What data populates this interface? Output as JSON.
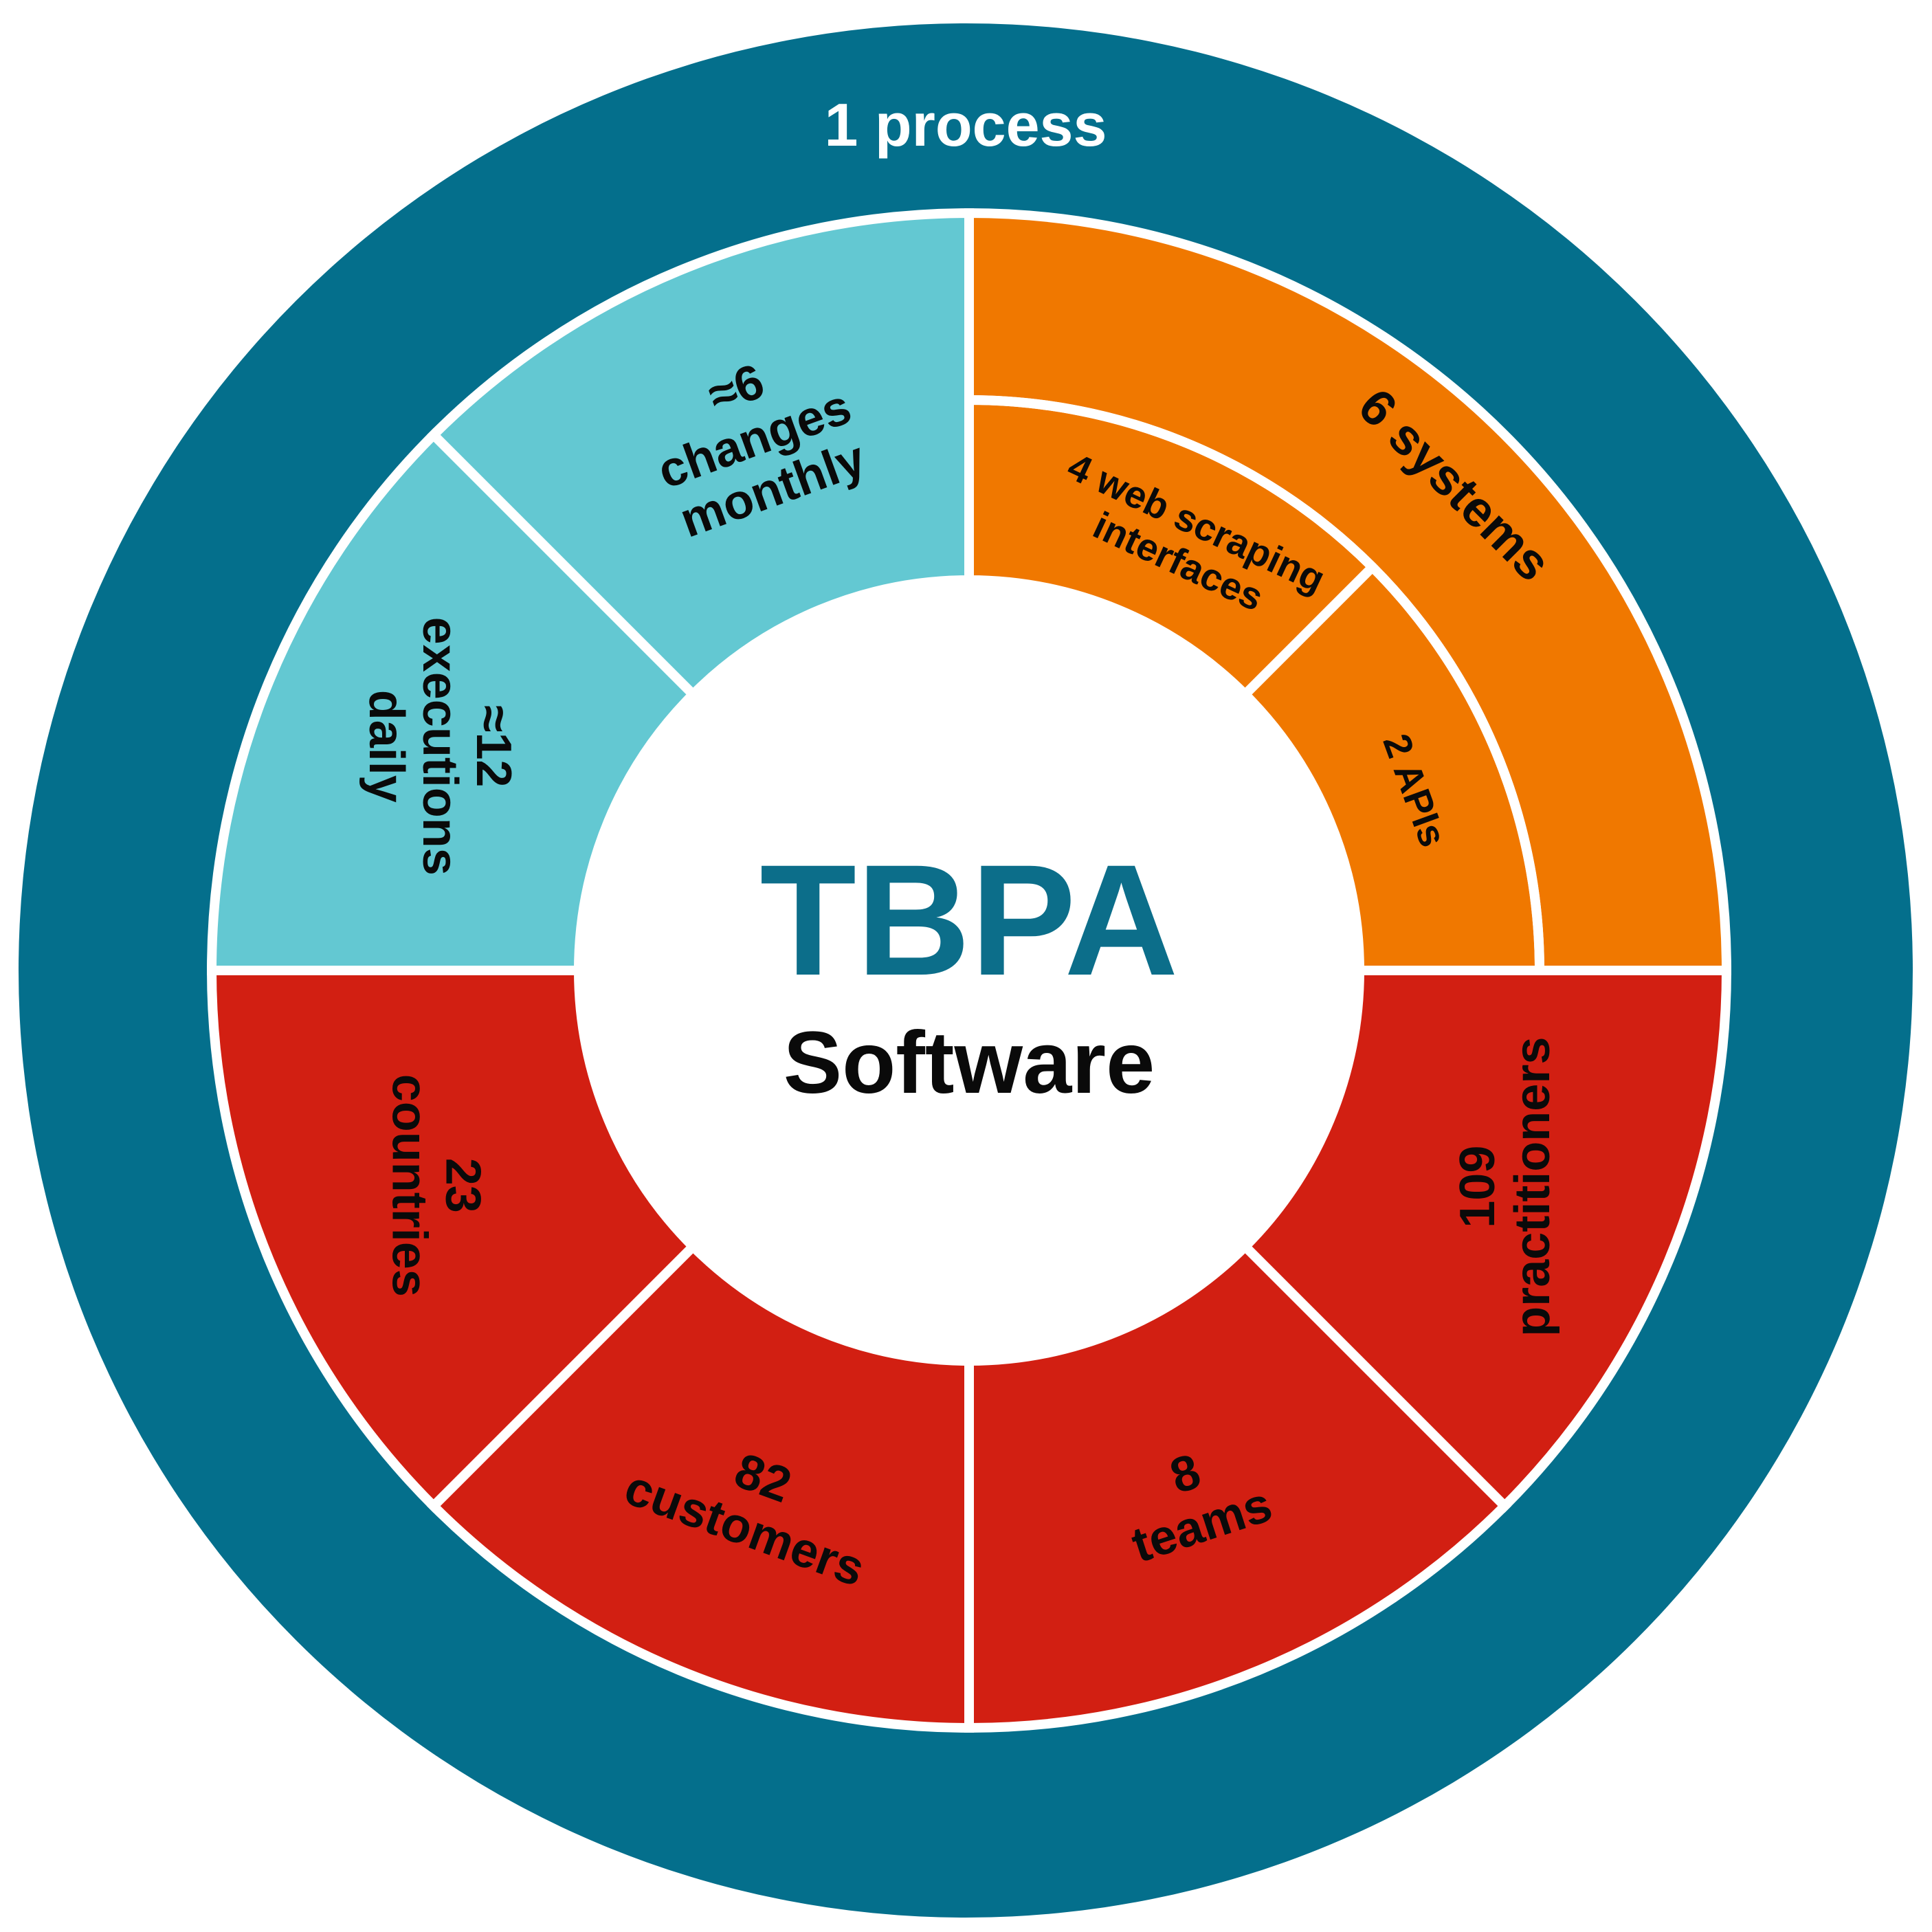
{
  "outer_ring": {
    "label": "1 process",
    "color": "#046f8c"
  },
  "center": {
    "title": "TBPA",
    "subtitle": "Software",
    "title_color": "#0c6e8a"
  },
  "sectors": {
    "changes": {
      "color": "#63c8d2",
      "lines": [
        "≈6",
        "changes",
        "monthly"
      ]
    },
    "executions": {
      "color": "#63c8d2",
      "lines": [
        "≈12",
        "executions",
        "daily"
      ]
    },
    "systems": {
      "color": "#f07800",
      "lines": [
        "6 systems"
      ]
    },
    "web_scraping": {
      "color": "#f07800",
      "lines": [
        "4 web scraping",
        "interfaces"
      ]
    },
    "apis": {
      "color": "#f07800",
      "lines": [
        "2 APIs"
      ]
    },
    "practitioners": {
      "color": "#d21f12",
      "lines": [
        "109",
        "practitioners"
      ]
    },
    "teams": {
      "color": "#d21f12",
      "lines": [
        "8",
        "teams"
      ]
    },
    "customers": {
      "color": "#d21f12",
      "lines": [
        "82",
        "customers"
      ]
    },
    "countries": {
      "color": "#d21f12",
      "lines": [
        "23",
        "countries"
      ]
    }
  }
}
